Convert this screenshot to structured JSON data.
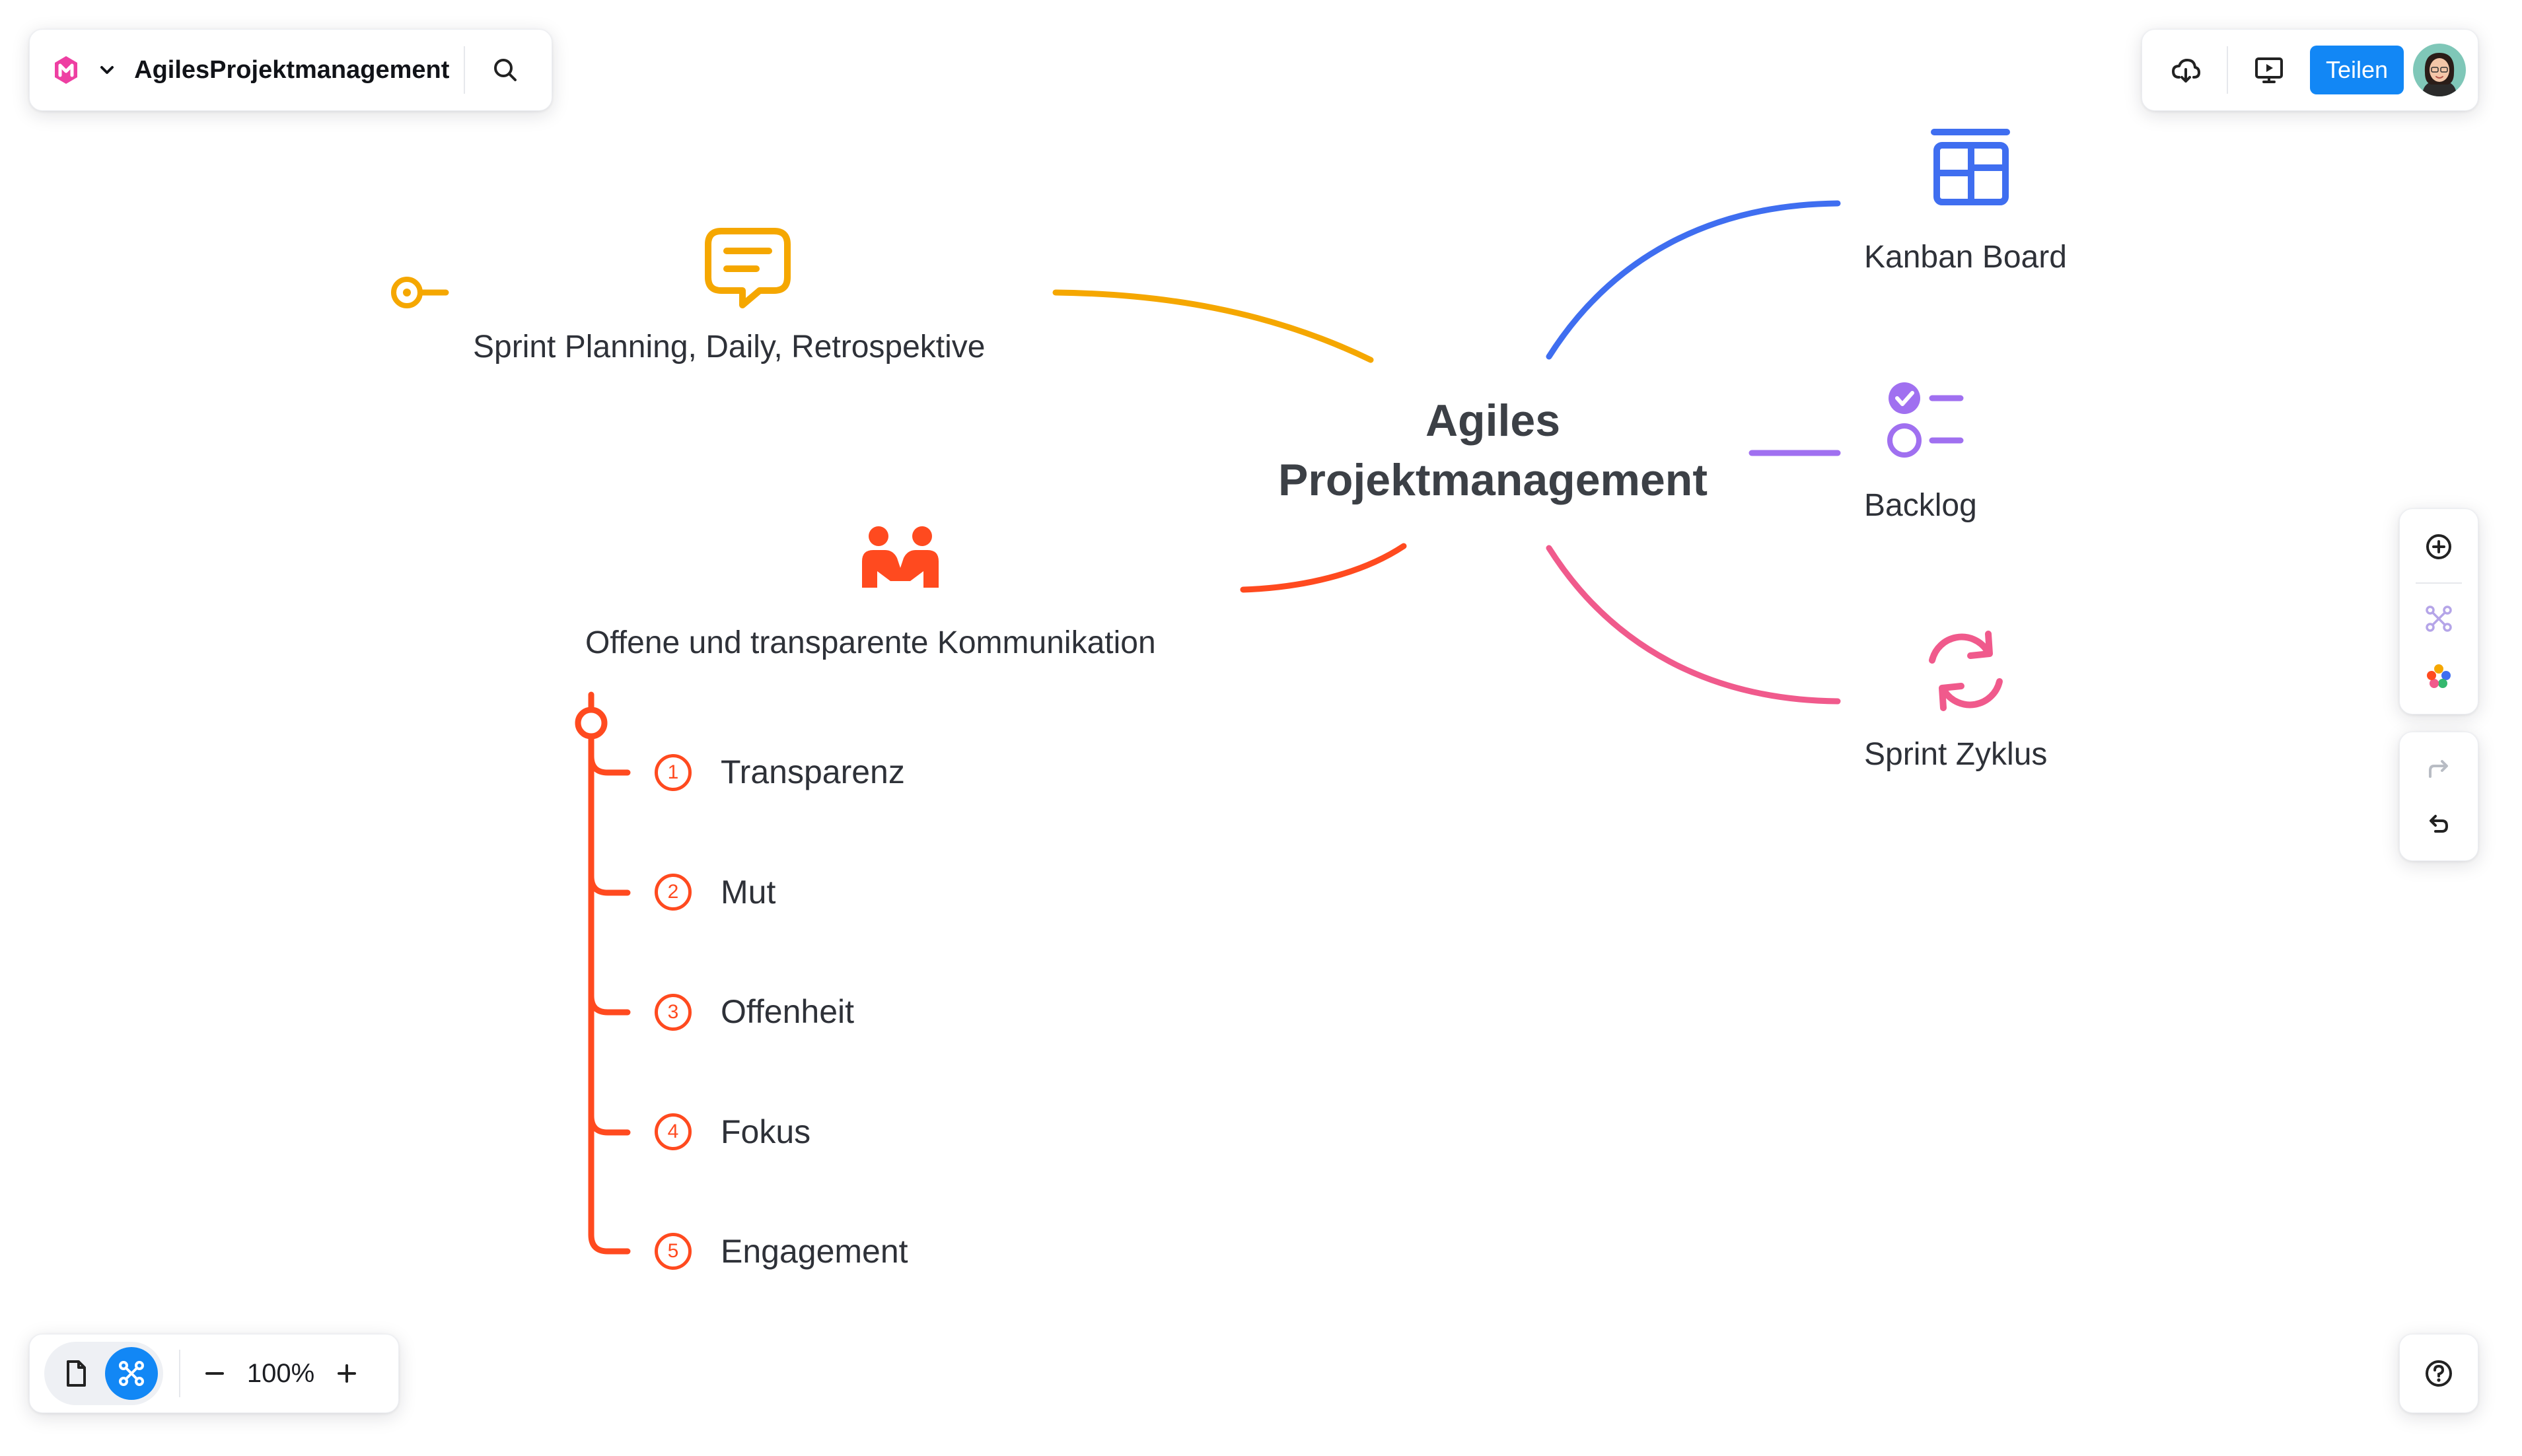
{
  "document": {
    "title": "AgilesProjektmanagement"
  },
  "header": {
    "share_label": "Teilen"
  },
  "zoom": {
    "level": "100%"
  },
  "mindmap": {
    "center": {
      "line1": "Agiles",
      "line2": "Projektmanagement"
    },
    "branches": [
      {
        "label": "Sprint Planning, Daily, Retrospektive",
        "icon": "chat-bubble-icon",
        "color": "#f5a700"
      },
      {
        "label": "Offene und transparente Kommunikation",
        "icon": "handshake-people-icon",
        "color": "#ff4a1f"
      },
      {
        "label": "Kanban Board",
        "icon": "kanban-board-icon",
        "color": "#3f6ef0"
      },
      {
        "label": "Backlog",
        "icon": "checklist-icon",
        "color": "#a070f0"
      },
      {
        "label": "Sprint Zyklus",
        "icon": "refresh-cycle-icon",
        "color": "#f05a8c"
      }
    ],
    "subitems": [
      {
        "num": "1",
        "label": "Transparenz"
      },
      {
        "num": "2",
        "label": "Mut"
      },
      {
        "num": "3",
        "label": "Offenheit"
      },
      {
        "num": "4",
        "label": "Fokus"
      },
      {
        "num": "5",
        "label": "Engagement"
      }
    ]
  },
  "colors": {
    "accent": "#1287f5",
    "logo": "#ee3fa2",
    "orange": "#f5a700",
    "red": "#ff4a1f",
    "blue": "#3f6ef0",
    "purple": "#a070f0",
    "pink": "#f05a8c"
  }
}
